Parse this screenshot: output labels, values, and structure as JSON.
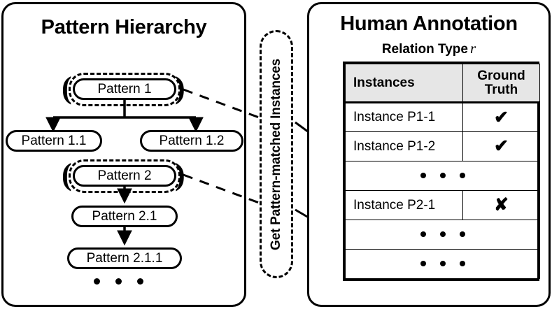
{
  "left_panel": {
    "title": "Pattern Hierarchy",
    "nodes": [
      {
        "id": "p1",
        "label": "Pattern 1"
      },
      {
        "id": "p1_1",
        "label": "Pattern 1.1"
      },
      {
        "id": "p1_2",
        "label": "Pattern 1.2"
      },
      {
        "id": "p2",
        "label": "Pattern 2"
      },
      {
        "id": "p2_1",
        "label": "Pattern 2.1"
      },
      {
        "id": "p2_1_1",
        "label": "Pattern 2.1.1"
      }
    ],
    "ellipsis": "• • •"
  },
  "middle": {
    "caption": "Get Pattern-matched Instances"
  },
  "right_panel": {
    "title": "Human Annotation",
    "subtitle_text": "Relation Type",
    "subtitle_var": "r",
    "table": {
      "columns": [
        "Instances",
        "Ground Truth"
      ],
      "column_header_instances": "Instances",
      "column_header_ground_truth_line1": "Ground",
      "column_header_ground_truth_line2": "Truth",
      "rows": [
        {
          "type": "data",
          "instance": "Instance P1-1",
          "ground_truth": "✔",
          "ground_truth_value": "correct"
        },
        {
          "type": "data",
          "instance": "Instance P1-2",
          "ground_truth": "✔",
          "ground_truth_value": "correct"
        },
        {
          "type": "ellipsis",
          "instance": "• • •",
          "ground_truth": ""
        },
        {
          "type": "data",
          "instance": "Instance P2-1",
          "ground_truth": "✘",
          "ground_truth_value": "incorrect"
        },
        {
          "type": "ellipsis",
          "instance": "• • •",
          "ground_truth": ""
        },
        {
          "type": "ellipsis",
          "instance": "• • •",
          "ground_truth": ""
        }
      ]
    }
  },
  "colors": {
    "stroke": "#000000",
    "background": "#ffffff",
    "header_fill": "#e6e6e6"
  }
}
